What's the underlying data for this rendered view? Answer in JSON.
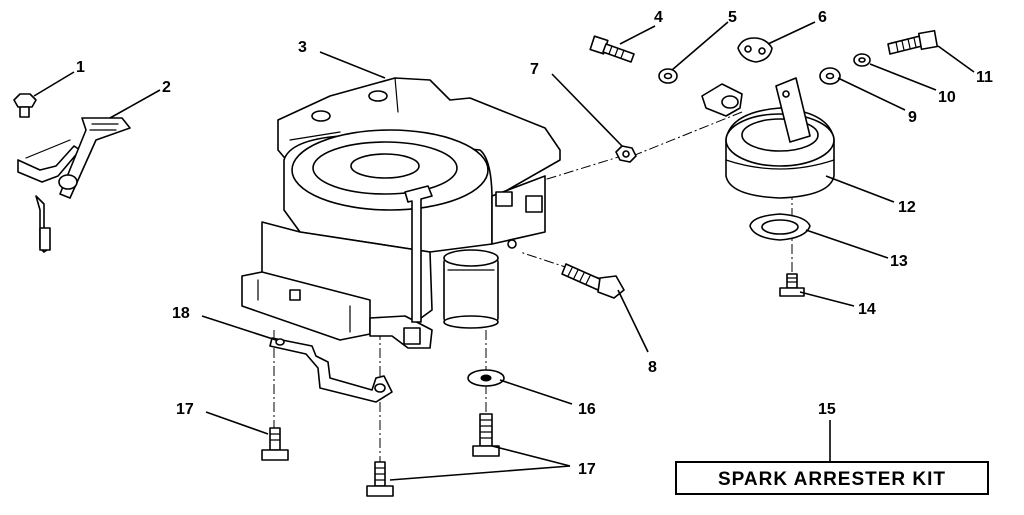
{
  "diagram": {
    "callouts": {
      "c1": "1",
      "c2": "2",
      "c3": "3",
      "c4": "4",
      "c5": "5",
      "c6": "6",
      "c7": "7",
      "c8": "8",
      "c9": "9",
      "c10": "10",
      "c11": "11",
      "c12": "12",
      "c13": "13",
      "c14": "14",
      "c15": "15",
      "c16": "16",
      "c17a": "17",
      "c17b": "17",
      "c18": "18"
    },
    "kit_label": "SPARK ARRESTER KIT"
  }
}
